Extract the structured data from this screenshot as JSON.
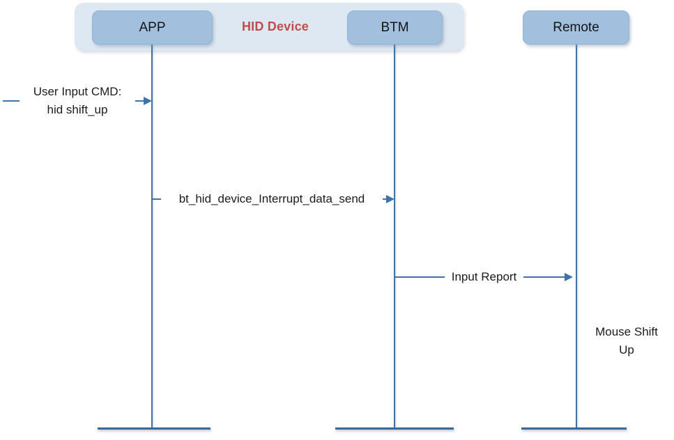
{
  "diagram": {
    "group": {
      "title": "HID Device",
      "title_color": "#bf4d4d"
    },
    "actors": [
      {
        "id": "app",
        "label": "APP"
      },
      {
        "id": "btm",
        "label": "BTM"
      },
      {
        "id": "remote",
        "label": "Remote"
      }
    ],
    "messages": [
      {
        "id": "user-input-cmd",
        "from": "external",
        "to": "app",
        "line1": "User Input CMD:",
        "line2": "hid shift_up"
      },
      {
        "id": "interrupt-data-send",
        "from": "app",
        "to": "btm",
        "label": "bt_hid_device_Interrupt_data_send"
      },
      {
        "id": "input-report",
        "from": "btm",
        "to": "remote",
        "label": "Input Report"
      }
    ],
    "annotations": [
      {
        "id": "mouse-shift-up",
        "line1": "Mouse Shift",
        "line2": "Up"
      }
    ],
    "colors": {
      "group_fill": "#dde8f2",
      "actor_fill": "#a2c0dd",
      "actor_border": "#90b4d6",
      "line": "#3f72a8",
      "text": "#1b1b1b"
    }
  }
}
